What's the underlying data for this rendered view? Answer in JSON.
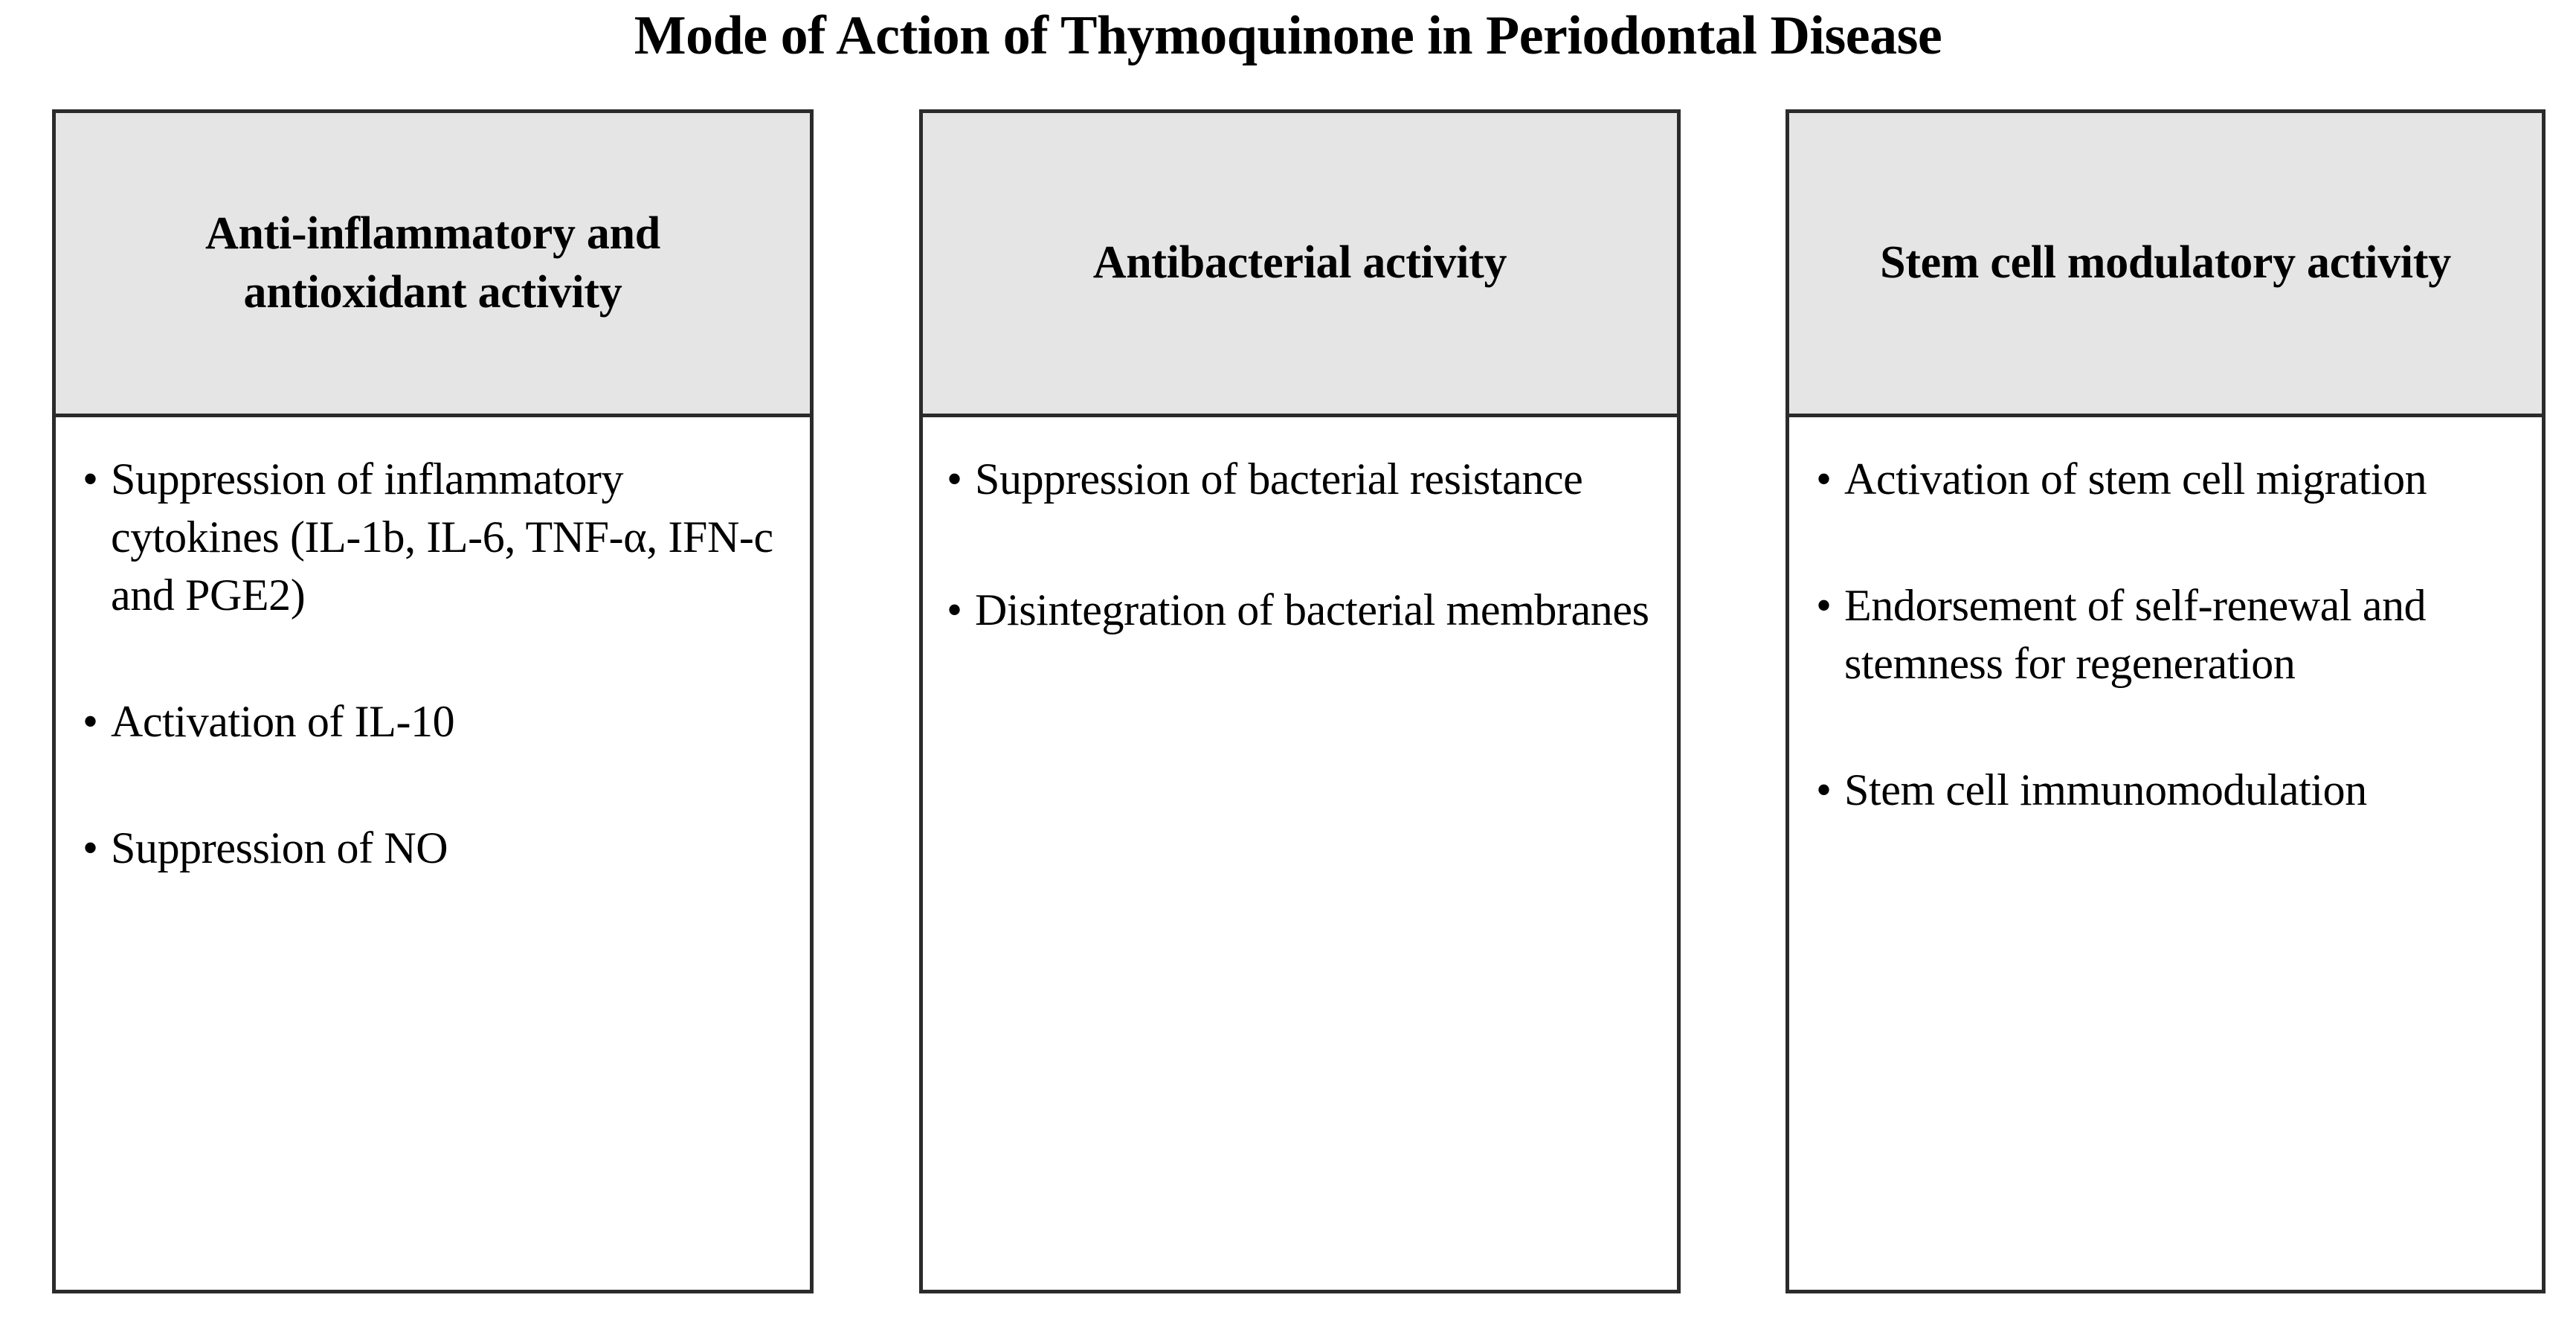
{
  "figure": {
    "title": "Mode of Action of Thymoquinone in Periodontal Disease",
    "header_background": "#e5e5e5",
    "border_color": "#2b2b2b",
    "text_color": "#000000",
    "bullet_glyph": "•"
  },
  "columns": [
    {
      "header": "Anti-inflammatory and antioxidant activity",
      "bullets": [
        "Suppression of inflammatory cytokines (IL-1b, IL-6, TNF-α, IFN-c and PGE2)",
        "Activation of IL-10",
        "Suppression of NO"
      ]
    },
    {
      "header": "Antibacterial activity",
      "bullets": [
        "Suppression of bacterial resistance",
        "Disintegration of bacterial membranes"
      ]
    },
    {
      "header": "Stem cell modulatory activity",
      "bullets": [
        "Activation of stem cell migration",
        "Endorsement of self-renewal and stemness for regeneration",
        "Stem cell immunomodulation"
      ]
    }
  ]
}
